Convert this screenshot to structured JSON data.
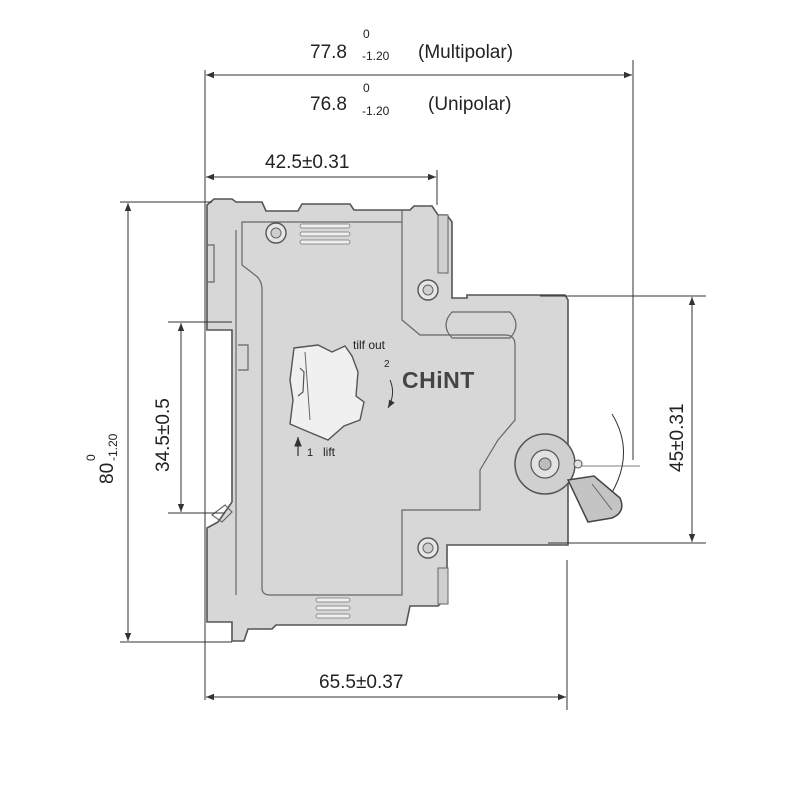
{
  "dimensions": {
    "multipolar_width": {
      "value": "77.8",
      "tol_upper": "0",
      "tol_lower": "-1.20",
      "label": "(Multipolar)"
    },
    "unipolar_width": {
      "value": "76.8",
      "tol_upper": "0",
      "tol_lower": "-1.20",
      "label": "(Unipolar)"
    },
    "front_width": {
      "text": "42.5±0.31"
    },
    "height": {
      "value": "80",
      "tol_upper": "0",
      "tol_lower": "-1.20"
    },
    "din_rail": {
      "text": "34.5±0.5"
    },
    "front_height": {
      "text": "45±0.31"
    },
    "depth": {
      "text": "65.5±0.37"
    }
  },
  "annotations": {
    "tilt_out": "tilf out",
    "step_two": "2",
    "step_one": "1",
    "lift": "lift"
  },
  "brand": "CHiNT",
  "colors": {
    "body": "#d7d7d7",
    "outline": "#555555",
    "line": "#333333",
    "text": "#222222"
  },
  "icons": [
    "arrow-up-icon",
    "curved-arrow-icon"
  ]
}
